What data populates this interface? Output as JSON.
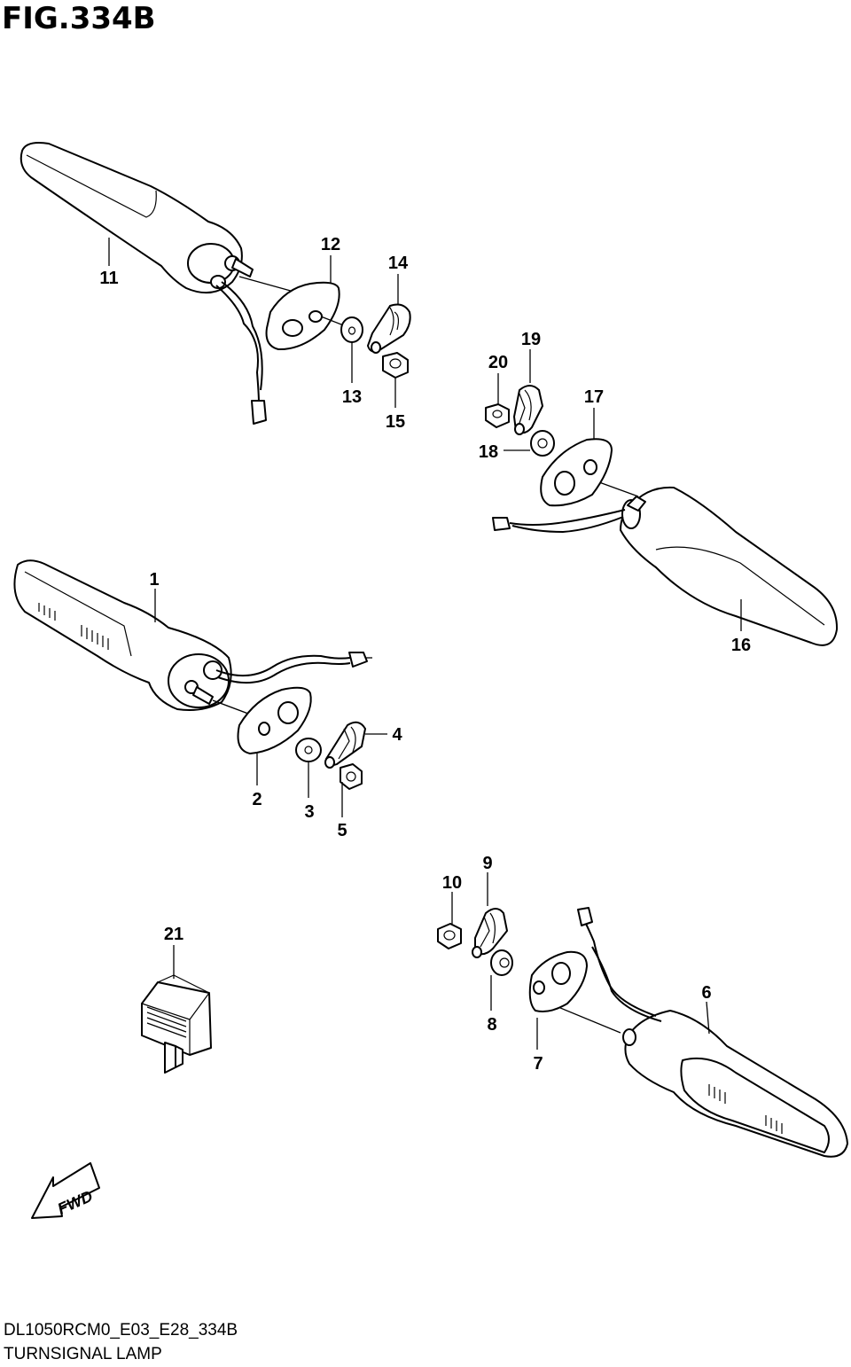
{
  "figure": {
    "title": "FIG.334B",
    "model_code": "DL1050RCM0_E03_E28_334B",
    "name": "TURNSIGNAL LAMP",
    "direction_label": "FWD"
  },
  "parts": [
    {
      "ref": "1"
    },
    {
      "ref": "2"
    },
    {
      "ref": "3"
    },
    {
      "ref": "4"
    },
    {
      "ref": "5"
    },
    {
      "ref": "6"
    },
    {
      "ref": "7"
    },
    {
      "ref": "8"
    },
    {
      "ref": "9"
    },
    {
      "ref": "10"
    },
    {
      "ref": "11"
    },
    {
      "ref": "12"
    },
    {
      "ref": "13"
    },
    {
      "ref": "14"
    },
    {
      "ref": "15"
    },
    {
      "ref": "16"
    },
    {
      "ref": "17"
    },
    {
      "ref": "18"
    },
    {
      "ref": "19"
    },
    {
      "ref": "20"
    },
    {
      "ref": "21"
    }
  ]
}
